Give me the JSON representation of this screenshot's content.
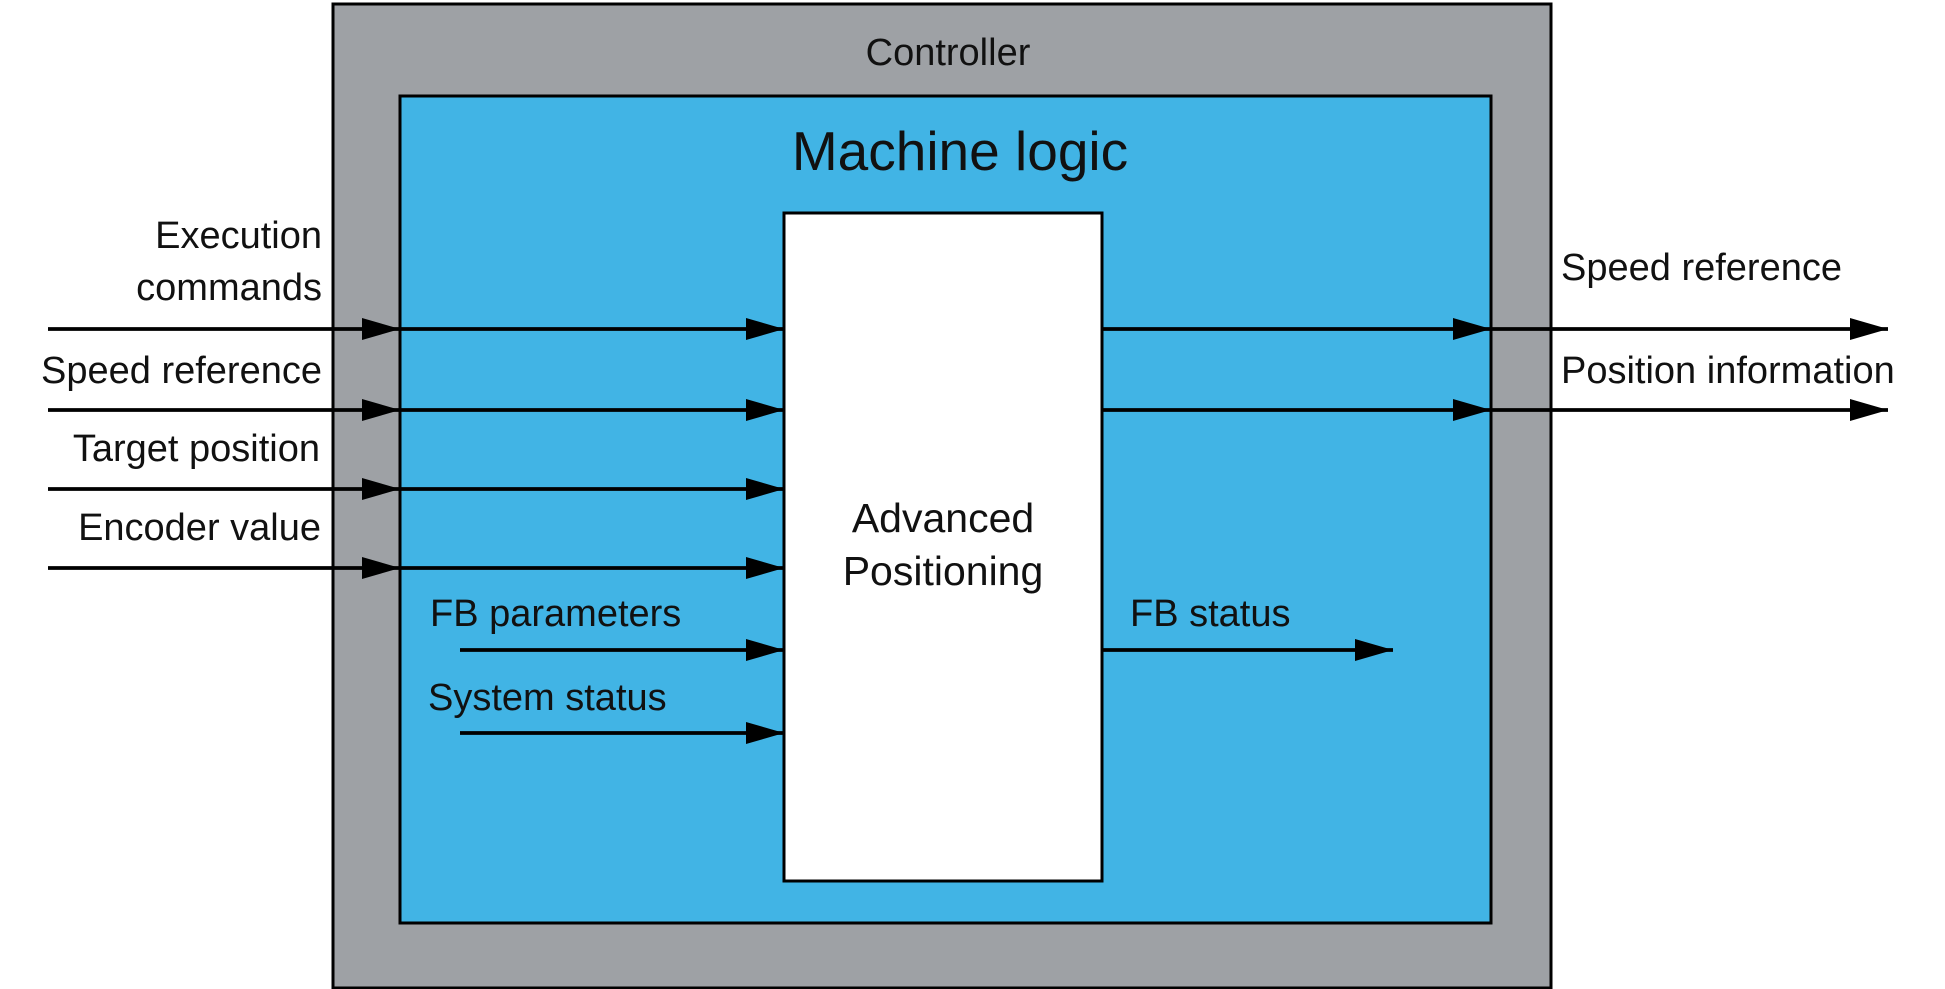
{
  "diagram": {
    "controller_label": "Controller",
    "machine_logic_label": "Machine logic",
    "function_block": {
      "line1": "Advanced",
      "line2": "Positioning"
    },
    "external_inputs": {
      "execution_commands_line1": "Execution",
      "execution_commands_line2": "commands",
      "speed_reference": "Speed reference",
      "target_position": "Target position",
      "encoder_value": "Encoder value"
    },
    "internal_inputs": {
      "fb_parameters": "FB parameters",
      "system_status": "System status"
    },
    "outputs": {
      "speed_reference": "Speed reference",
      "position_information": "Position information",
      "fb_status": "FB status"
    },
    "colors": {
      "controller_fill": "#9ea1a5",
      "machine_logic_fill": "#41b4e5",
      "block_fill": "#ffffff",
      "line": "#000000"
    }
  }
}
